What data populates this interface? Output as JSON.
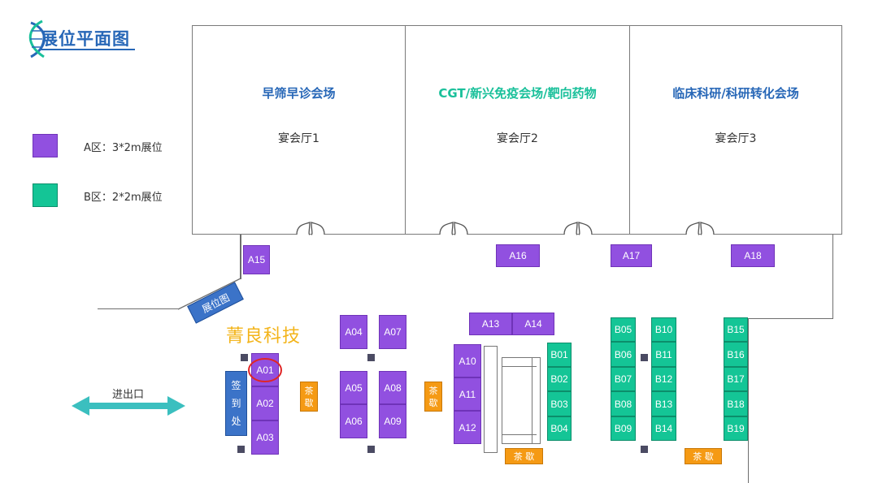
{
  "logo": {
    "title": "展位平面图"
  },
  "halls": [
    {
      "topic": "早筛早诊会场",
      "name": "宴会厅1"
    },
    {
      "topic": "CGT/新兴免疫会场/靶向药物",
      "name": "宴会厅2"
    },
    {
      "topic": "临床科研/科研转化会场",
      "name": "宴会厅3"
    }
  ],
  "legend": {
    "a_zone": "A区：3*2m展位",
    "b_zone": "B区：2*2m展位",
    "a_color": "#9150e0",
    "b_color": "#14c596"
  },
  "exhibitor_label": "菁良科技",
  "highlighted_booth": "A01",
  "entrance": "进出口",
  "floor_plan_sign": "展位图",
  "registration": [
    "签",
    "到",
    "处"
  ],
  "tea_break_vertical": [
    "茶",
    "歇"
  ],
  "tea_break": "茶 歇",
  "booths": {
    "A01": "A01",
    "A02": "A02",
    "A03": "A03",
    "A04": "A04",
    "A05": "A05",
    "A06": "A06",
    "A07": "A07",
    "A08": "A08",
    "A09": "A09",
    "A10": "A10",
    "A11": "A11",
    "A12": "A12",
    "A13": "A13",
    "A14": "A14",
    "A15": "A15",
    "A16": "A16",
    "A17": "A17",
    "A18": "A18",
    "B01": "B01",
    "B02": "B02",
    "B03": "B03",
    "B04": "B04",
    "B05": "B05",
    "B06": "B06",
    "B07": "B07",
    "B08": "B08",
    "B09": "B09",
    "B10": "B10",
    "B11": "B11",
    "B12": "B12",
    "B13": "B13",
    "B14": "B14",
    "B15": "B15",
    "B16": "B16",
    "B17": "B17",
    "B18": "B18",
    "B19": "B19"
  }
}
